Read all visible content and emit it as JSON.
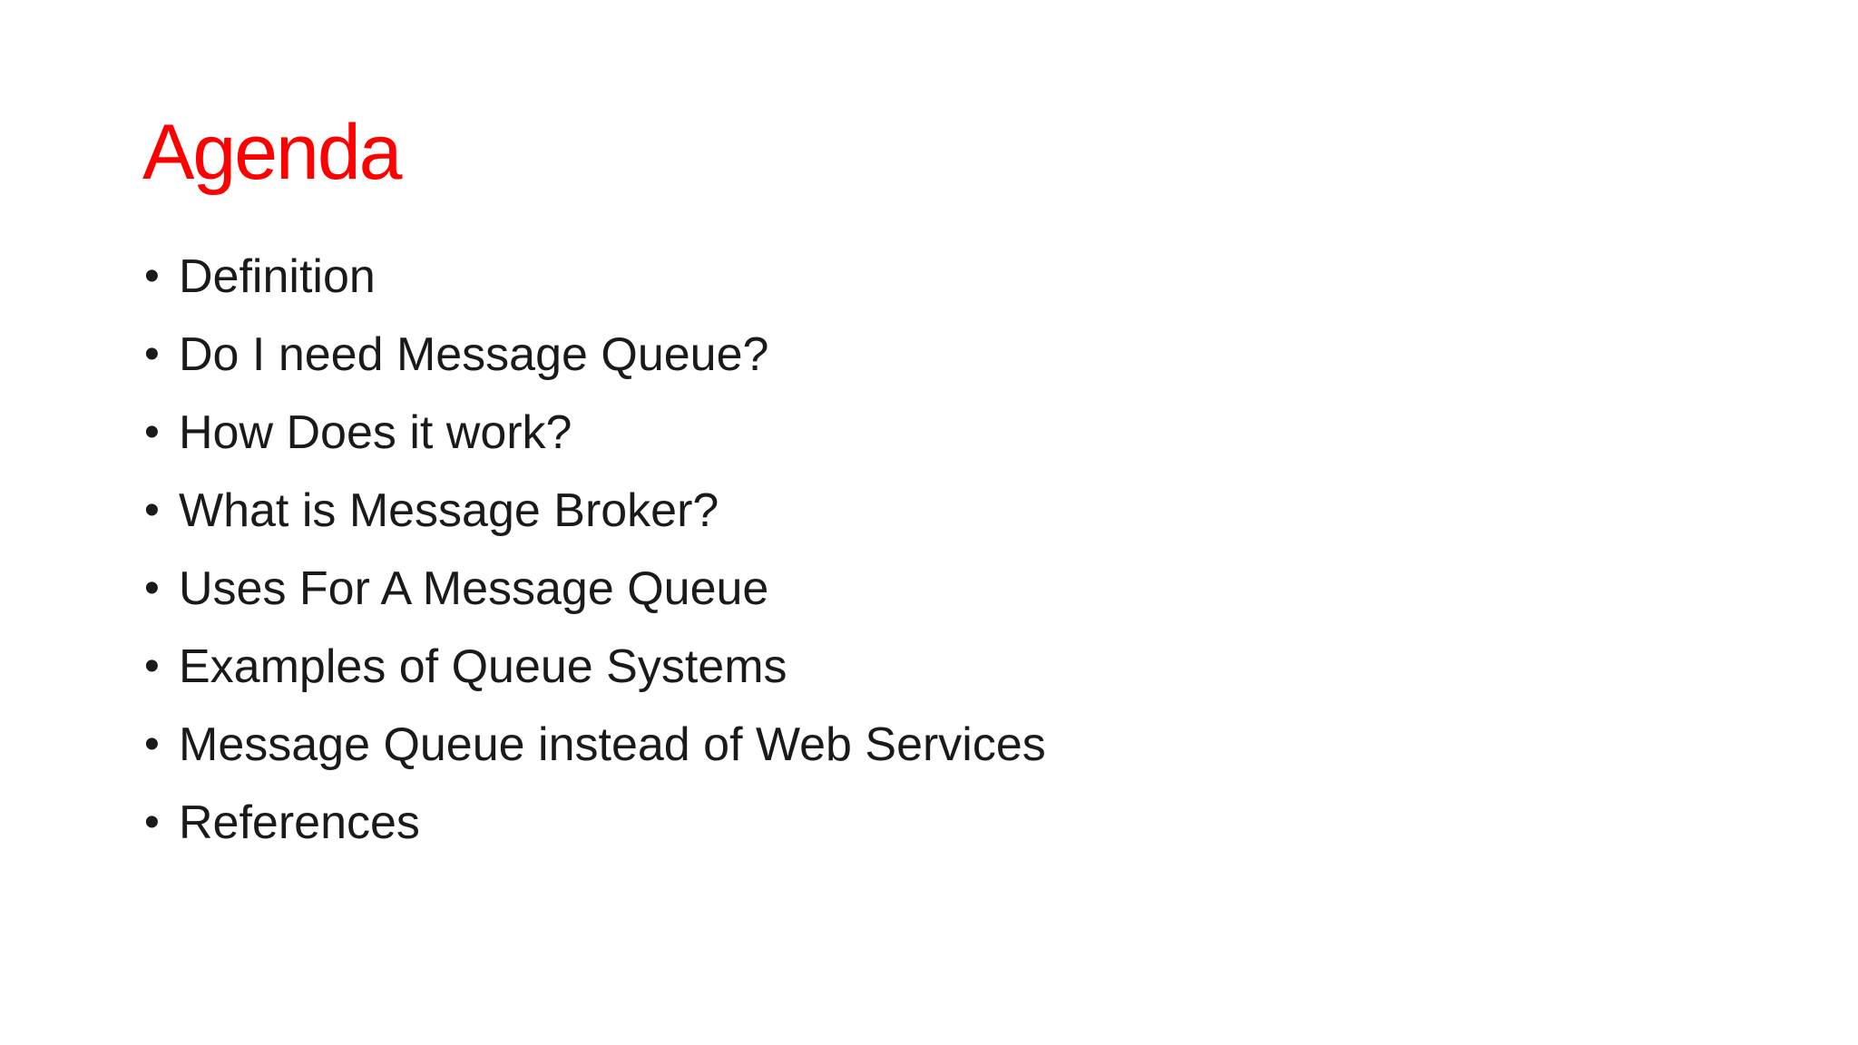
{
  "slide": {
    "title": "Agenda",
    "bullet_glyph": "•",
    "items": [
      "Definition",
      "Do I need Message Queue?",
      "How Does it work?",
      "What is Message Broker?",
      "Uses For A Message Queue",
      "Examples of Queue Systems",
      "Message Queue instead of Web Services",
      "References"
    ]
  },
  "colors": {
    "title": "#ff0000",
    "text": "#1a1a1a",
    "background": "#ffffff"
  }
}
